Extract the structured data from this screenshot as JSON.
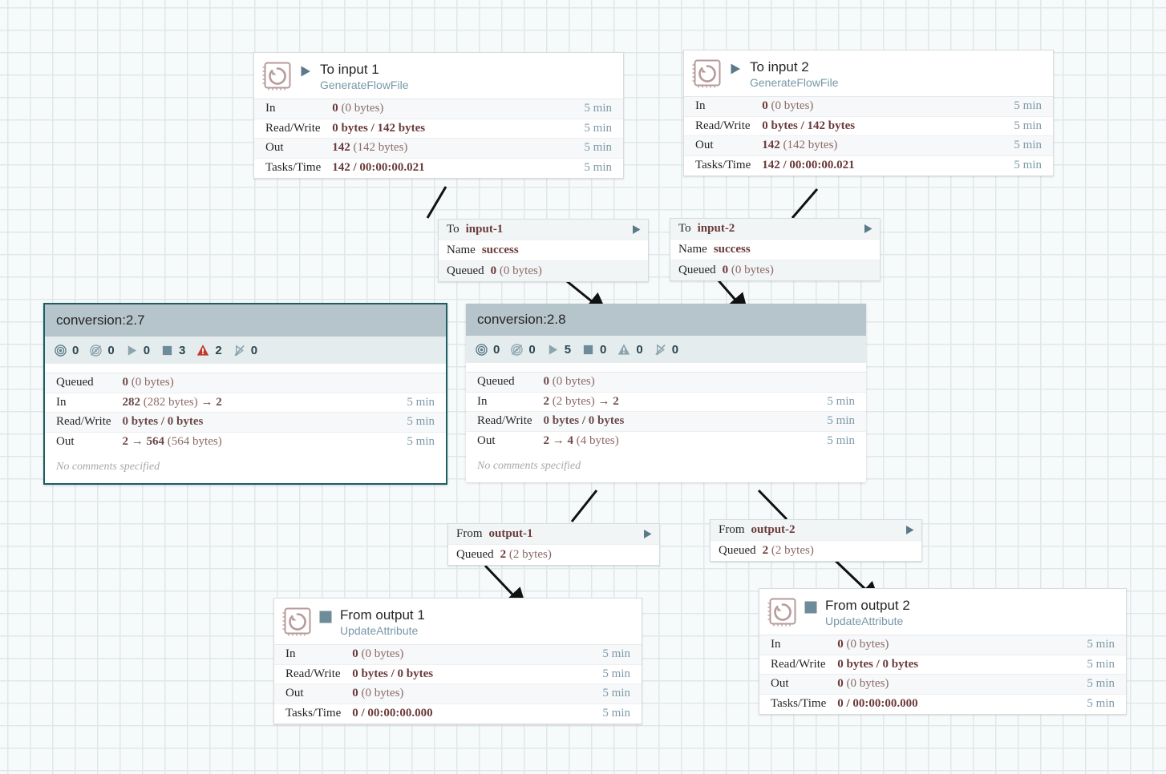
{
  "canvas": {
    "grid_size": 28,
    "background_color": "#f7fafb",
    "grid_line_color": "#dfe8e9"
  },
  "colors": {
    "group_header": "#b6c5cb",
    "group_status_bar": "#e4ecee",
    "selected_border": "#1b5f63",
    "value_text": "#6b3a3a",
    "time_text": "#7e9aa8",
    "processor_type_text": "#7698a8",
    "warning_red": "#c0392b",
    "icon_slate": "#5b7a89"
  },
  "processors": [
    {
      "id": "to-input-1",
      "name": "To input 1",
      "type": "GenerateFlowFile",
      "icon": "processor-icon",
      "run_status_icon": "play-icon",
      "run_status": "running",
      "stats": [
        {
          "label": "In",
          "value_bold": "0",
          "value_sub": "(0 bytes)",
          "time": "5 min"
        },
        {
          "label": "Read/Write",
          "value_bold": "0 bytes / 142 bytes",
          "value_sub": "",
          "time": "5 min"
        },
        {
          "label": "Out",
          "value_bold": "142",
          "value_sub": "(142 bytes)",
          "time": "5 min"
        },
        {
          "label": "Tasks/Time",
          "value_bold": "142 / 00:00:00.021",
          "value_sub": "",
          "time": "5 min"
        }
      ]
    },
    {
      "id": "to-input-2",
      "name": "To input 2",
      "type": "GenerateFlowFile",
      "icon": "processor-icon",
      "run_status_icon": "play-icon",
      "run_status": "running",
      "stats": [
        {
          "label": "In",
          "value_bold": "0",
          "value_sub": "(0 bytes)",
          "time": "5 min"
        },
        {
          "label": "Read/Write",
          "value_bold": "0 bytes / 142 bytes",
          "value_sub": "",
          "time": "5 min"
        },
        {
          "label": "Out",
          "value_bold": "142",
          "value_sub": "(142 bytes)",
          "time": "5 min"
        },
        {
          "label": "Tasks/Time",
          "value_bold": "142 / 00:00:00.021",
          "value_sub": "",
          "time": "5 min"
        }
      ]
    },
    {
      "id": "from-output-1",
      "name": "From output 1",
      "type": "UpdateAttribute",
      "icon": "processor-icon",
      "run_status_icon": "stop-icon",
      "run_status": "stopped",
      "stats": [
        {
          "label": "In",
          "value_bold": "0",
          "value_sub": "(0 bytes)",
          "time": "5 min"
        },
        {
          "label": "Read/Write",
          "value_bold": "0 bytes / 0 bytes",
          "value_sub": "",
          "time": "5 min"
        },
        {
          "label": "Out",
          "value_bold": "0",
          "value_sub": "(0 bytes)",
          "time": "5 min"
        },
        {
          "label": "Tasks/Time",
          "value_bold": "0 / 00:00:00.000",
          "value_sub": "",
          "time": "5 min"
        }
      ]
    },
    {
      "id": "from-output-2",
      "name": "From output 2",
      "type": "UpdateAttribute",
      "icon": "processor-icon",
      "run_status_icon": "stop-icon",
      "run_status": "stopped",
      "stats": [
        {
          "label": "In",
          "value_bold": "0",
          "value_sub": "(0 bytes)",
          "time": "5 min"
        },
        {
          "label": "Read/Write",
          "value_bold": "0 bytes / 0 bytes",
          "value_sub": "",
          "time": "5 min"
        },
        {
          "label": "Out",
          "value_bold": "0",
          "value_sub": "(0 bytes)",
          "time": "5 min"
        },
        {
          "label": "Tasks/Time",
          "value_bold": "0 / 00:00:00.000",
          "value_sub": "",
          "time": "5 min"
        }
      ]
    }
  ],
  "process_groups": [
    {
      "id": "conversion-2-7",
      "name": "conversion:2.7",
      "selected": true,
      "counters": [
        {
          "icon": "transmitting-icon",
          "count": "0",
          "alert": false
        },
        {
          "icon": "not-transmitting-icon",
          "count": "0",
          "alert": false
        },
        {
          "icon": "play-icon",
          "count": "0",
          "alert": false
        },
        {
          "icon": "stop-icon",
          "count": "3",
          "alert": false
        },
        {
          "icon": "warning-icon",
          "count": "2",
          "alert": true
        },
        {
          "icon": "disabled-icon",
          "count": "0",
          "alert": false
        }
      ],
      "stats": [
        {
          "label": "Queued",
          "value_html": "<b>0</b> <span class=\"m\">(0 bytes)</span>",
          "time": ""
        },
        {
          "label": "In",
          "value_html": "<b>282</b> <span class=\"m\">(282 bytes)</span> <b>→ 2</b>",
          "time": "5 min"
        },
        {
          "label": "Read/Write",
          "value_html": "<b>0 bytes / 0 bytes</b>",
          "time": "5 min"
        },
        {
          "label": "Out",
          "value_html": "<b>2 → 564</b> <span class=\"m\">(564 bytes)</span>",
          "time": "5 min"
        }
      ],
      "comment": "No comments specified"
    },
    {
      "id": "conversion-2-8",
      "name": "conversion:2.8",
      "selected": false,
      "counters": [
        {
          "icon": "transmitting-icon",
          "count": "0",
          "alert": false
        },
        {
          "icon": "not-transmitting-icon",
          "count": "0",
          "alert": false
        },
        {
          "icon": "play-icon",
          "count": "5",
          "alert": false
        },
        {
          "icon": "stop-icon",
          "count": "0",
          "alert": false
        },
        {
          "icon": "warning-icon",
          "count": "0",
          "alert": false
        },
        {
          "icon": "disabled-icon",
          "count": "0",
          "alert": false
        }
      ],
      "stats": [
        {
          "label": "Queued",
          "value_html": "<b>0</b> <span class=\"m\">(0 bytes)</span>",
          "time": ""
        },
        {
          "label": "In",
          "value_html": "<b>2</b> <span class=\"m\">(2 bytes)</span> <b>→ 2</b>",
          "time": "5 min"
        },
        {
          "label": "Read/Write",
          "value_html": "<b>0 bytes / 0 bytes</b>",
          "time": "5 min"
        },
        {
          "label": "Out",
          "value_html": "<b>2 → 4</b> <span class=\"m\">(4 bytes)</span>",
          "time": "5 min"
        }
      ],
      "comment": "No comments specified"
    }
  ],
  "connections": [
    {
      "id": "to-input-1-conn",
      "rows": [
        {
          "label": "To",
          "value": "input-1",
          "sub": "",
          "play": true,
          "shade": true
        },
        {
          "label": "Name",
          "value": "success",
          "sub": "",
          "play": false,
          "shade": false
        },
        {
          "label": "Queued",
          "value": "0",
          "sub": "(0 bytes)",
          "play": false,
          "shade": true
        }
      ]
    },
    {
      "id": "to-input-2-conn",
      "rows": [
        {
          "label": "To",
          "value": "input-2",
          "sub": "",
          "play": true,
          "shade": true
        },
        {
          "label": "Name",
          "value": "success",
          "sub": "",
          "play": false,
          "shade": false
        },
        {
          "label": "Queued",
          "value": "0",
          "sub": "(0 bytes)",
          "play": false,
          "shade": true
        }
      ]
    },
    {
      "id": "from-output-1-conn",
      "rows": [
        {
          "label": "From",
          "value": "output-1",
          "sub": "",
          "play": true,
          "shade": true
        },
        {
          "label": "Queued",
          "value": "2",
          "sub": "(2 bytes)",
          "play": false,
          "shade": false
        }
      ]
    },
    {
      "id": "from-output-2-conn",
      "rows": [
        {
          "label": "From",
          "value": "output-2",
          "sub": "",
          "play": true,
          "shade": true
        },
        {
          "label": "Queued",
          "value": "2",
          "sub": "(2 bytes)",
          "play": false,
          "shade": false
        }
      ]
    }
  ]
}
